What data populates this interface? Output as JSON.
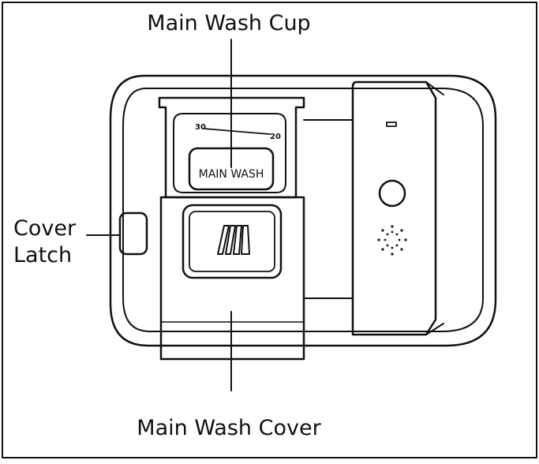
{
  "callouts": {
    "main_wash_cup": "Main Wash Cup",
    "cover_latch_line1": "Cover",
    "cover_latch_line2": "Latch",
    "main_wash_cover": "Main Wash Cover"
  },
  "cup": {
    "label": "MAIN WASH",
    "fill_mark_left": "30",
    "fill_mark_right": "20"
  },
  "colors": {
    "stroke": "#111111",
    "background": "#ffffff"
  }
}
